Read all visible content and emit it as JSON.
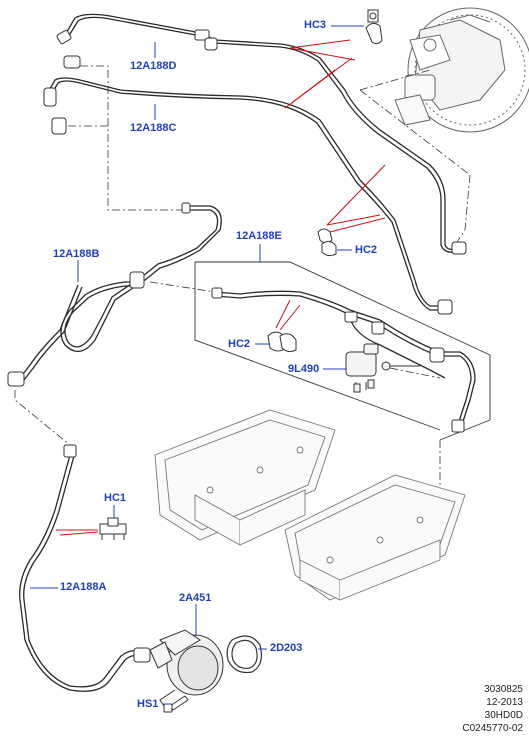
{
  "callouts": {
    "hc3": "HC3",
    "a12a188d": "12A188D",
    "a12a188c": "12A188C",
    "a12a188e": "12A188E",
    "hc2_upper": "HC2",
    "a12a188b": "12A188B",
    "hc2_lower": "HC2",
    "l9l490": "9L490",
    "hc1": "HC1",
    "a12a188a": "12A188A",
    "a2a451": "2A451",
    "d2d203": "2D203",
    "hs1": "HS1"
  },
  "footer": {
    "line1": "3030825",
    "line2": "12-2013",
    "line3": "30HD0D",
    "line4": "C0245770-02"
  },
  "colors": {
    "callout": "#1f3fbf",
    "arrow": "#d01010",
    "line": "#2a2a2a",
    "part_outline": "#555555"
  }
}
